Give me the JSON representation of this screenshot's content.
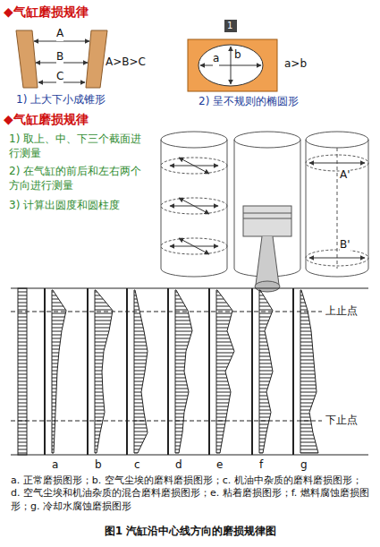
{
  "diagram": {
    "caption": "图1 汽缸沿中心线方向的磨损规律图",
    "labels": [
      "◆气缸磨损规律",
      "A",
      "B",
      "C",
      "A>B>C",
      "1) 上大下小成锥形",
      "1",
      "b",
      "a",
      "a>b",
      "2) 呈不规则的椭圆形",
      "◆气缸磨损规律",
      "1) 取上、中、下三个截面进行测量",
      "2) 在气缸的前后和左右两个方向进行测量",
      "3) 计算出圆度和圆柱度",
      "A'",
      "B'",
      "上止点",
      "下止点",
      "a",
      "b",
      "c",
      "d",
      "e",
      "f",
      "g",
      "a. 正常磨损图形；b. 空气尘埃的磨料磨损图形；c. 机油中杂质的磨料磨损图形；d. 空气尘埃和机油杂质的混合磨料磨损图形；e. 粘着磨损图形；f. 燃料腐蚀磨损图形；g. 冷却水腐蚀磨损图形"
    ]
  }
}
